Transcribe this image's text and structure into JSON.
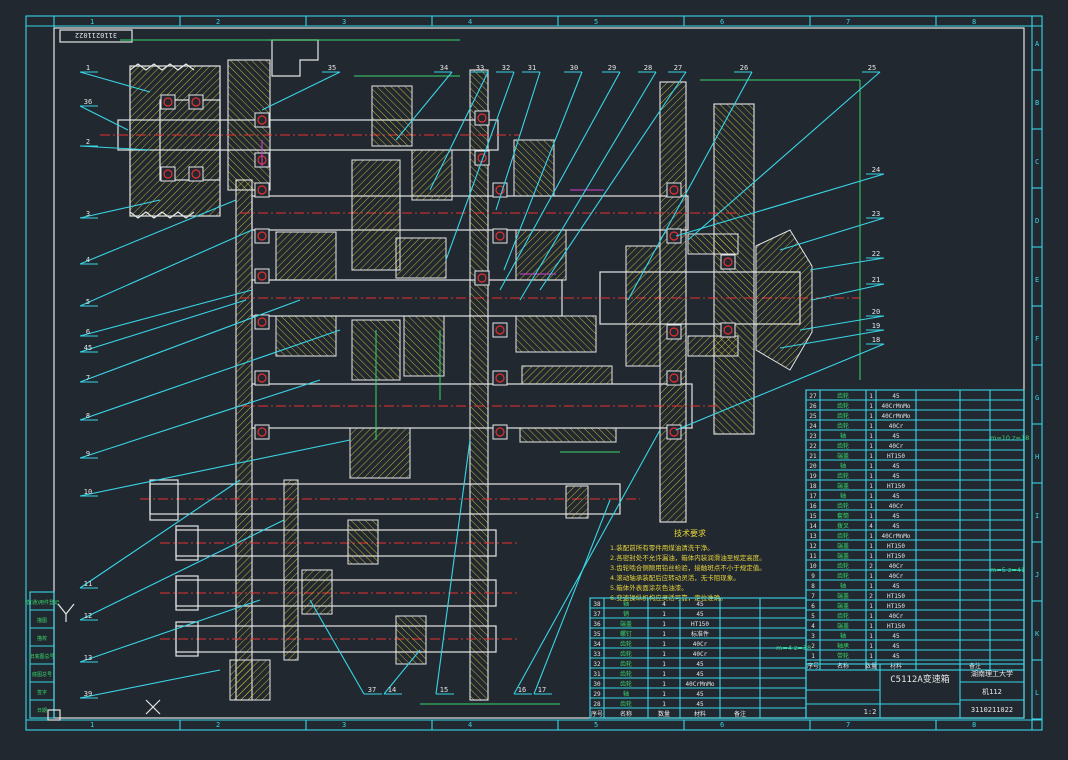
{
  "drawing": {
    "drawing_number": "3110211022",
    "title_block": {
      "title": "C5112A变速箱",
      "school": "湖南理工大学",
      "class": "机112",
      "number": "3110211022",
      "scale": "1:2"
    },
    "notes_title": "技术要求",
    "notes": [
      "1.装配前所有零件用煤油清洗干净。",
      "2.各密封处不允许漏油，箱体内装润滑油至规定高度。",
      "3.齿轮啮合侧隙用铅丝检验，接触斑点不小于规定值。",
      "4.滚动轴承装配后应转动灵活，无卡阻现象。",
      "5.箱体外表面涂灰色油漆。",
      "6.变速操纵机构应灵活可靠，定位准确。"
    ],
    "gear_notes": [
      "m=10 z=18",
      "m=5 z=41",
      "m=4 z=38"
    ],
    "grid_columns": [
      "1",
      "2",
      "3",
      "4",
      "5",
      "6",
      "7",
      "8"
    ],
    "grid_rows": [
      "A",
      "B",
      "C",
      "D",
      "E",
      "F",
      "G",
      "H",
      "I",
      "J",
      "K",
      "L"
    ],
    "part_labels_left": [
      "1",
      "36",
      "2",
      "3",
      "4",
      "5",
      "6",
      "45",
      "7",
      "8",
      "9",
      "10",
      "11",
      "12",
      "13",
      "39"
    ],
    "part_labels_top": [
      "35",
      "34",
      "33",
      "32",
      "31",
      "30",
      "29",
      "28",
      "27",
      "26",
      "25"
    ],
    "part_labels_right": [
      "24",
      "23",
      "22",
      "21",
      "20",
      "19",
      "18"
    ],
    "part_labels_bottom": [
      "37",
      "14",
      "15",
      "16",
      "17"
    ],
    "left_stamp": [
      "借(通)用件登记",
      "描图",
      "描校",
      "旧底图总号",
      "底图总号",
      "签字",
      "日期"
    ],
    "bom_right": [
      {
        "no": "27",
        "name": "齿轮",
        "qty": "1",
        "mat": "45"
      },
      {
        "no": "26",
        "name": "齿轮",
        "qty": "1",
        "mat": "40CrMnMo"
      },
      {
        "no": "25",
        "name": "齿轮",
        "qty": "1",
        "mat": "40CrMnMo"
      },
      {
        "no": "24",
        "name": "齿轮",
        "qty": "1",
        "mat": "40Cr"
      },
      {
        "no": "23",
        "name": "轴",
        "qty": "1",
        "mat": "45"
      },
      {
        "no": "22",
        "name": "齿轮",
        "qty": "1",
        "mat": "40Cr"
      },
      {
        "no": "21",
        "name": "端盖",
        "qty": "1",
        "mat": "HT150"
      },
      {
        "no": "20",
        "name": "轴",
        "qty": "1",
        "mat": "45"
      },
      {
        "no": "19",
        "name": "齿轮",
        "qty": "1",
        "mat": "45"
      },
      {
        "no": "18",
        "name": "端盖",
        "qty": "1",
        "mat": "HT150"
      },
      {
        "no": "17",
        "name": "轴",
        "qty": "1",
        "mat": "45"
      },
      {
        "no": "16",
        "name": "齿轮",
        "qty": "1",
        "mat": "40Cr"
      },
      {
        "no": "15",
        "name": "套筒",
        "qty": "1",
        "mat": "45"
      },
      {
        "no": "14",
        "name": "拨叉",
        "qty": "4",
        "mat": "45"
      },
      {
        "no": "13",
        "name": "齿轮",
        "qty": "1",
        "mat": "40CrMnMo"
      },
      {
        "no": "12",
        "name": "端盖",
        "qty": "1",
        "mat": "HT150"
      },
      {
        "no": "11",
        "name": "端盖",
        "qty": "1",
        "mat": "HT150"
      },
      {
        "no": "10",
        "name": "齿轮",
        "qty": "2",
        "mat": "40Cr"
      },
      {
        "no": "9",
        "name": "齿轮",
        "qty": "1",
        "mat": "40Cr"
      },
      {
        "no": "8",
        "name": "轴",
        "qty": "1",
        "mat": "45"
      },
      {
        "no": "7",
        "name": "端盖",
        "qty": "2",
        "mat": "HT150"
      },
      {
        "no": "6",
        "name": "端盖",
        "qty": "1",
        "mat": "HT150"
      },
      {
        "no": "5",
        "name": "齿轮",
        "qty": "1",
        "mat": "40Cr"
      },
      {
        "no": "4",
        "name": "端盖",
        "qty": "1",
        "mat": "HT150"
      },
      {
        "no": "3",
        "name": "轴",
        "qty": "1",
        "mat": "45"
      },
      {
        "no": "2",
        "name": "轴承",
        "qty": "1",
        "mat": "45"
      },
      {
        "no": "1",
        "name": "带轮",
        "qty": "1",
        "mat": "45"
      }
    ],
    "bom_bottom": [
      {
        "no": "38",
        "name": "轴",
        "qty": "4",
        "mat": "45"
      },
      {
        "no": "37",
        "name": "销",
        "qty": "1",
        "mat": "45"
      },
      {
        "no": "36",
        "name": "端盖",
        "qty": "1",
        "mat": "HT150"
      },
      {
        "no": "35",
        "name": "螺钉",
        "qty": "1",
        "mat": "标准件"
      },
      {
        "no": "34",
        "name": "齿轮",
        "qty": "1",
        "mat": "40Cr"
      },
      {
        "no": "33",
        "name": "齿轮",
        "qty": "1",
        "mat": "40Cr"
      },
      {
        "no": "32",
        "name": "齿轮",
        "qty": "1",
        "mat": "45"
      },
      {
        "no": "31",
        "name": "齿轮",
        "qty": "1",
        "mat": "45"
      },
      {
        "no": "30",
        "name": "齿轮",
        "qty": "1",
        "mat": "40CrMnMo"
      },
      {
        "no": "29",
        "name": "轴",
        "qty": "1",
        "mat": "45"
      },
      {
        "no": "28",
        "name": "齿轮",
        "qty": "1",
        "mat": "45"
      }
    ],
    "bom_header": [
      "序号",
      "名称",
      "数量",
      "材料",
      "备注"
    ]
  }
}
